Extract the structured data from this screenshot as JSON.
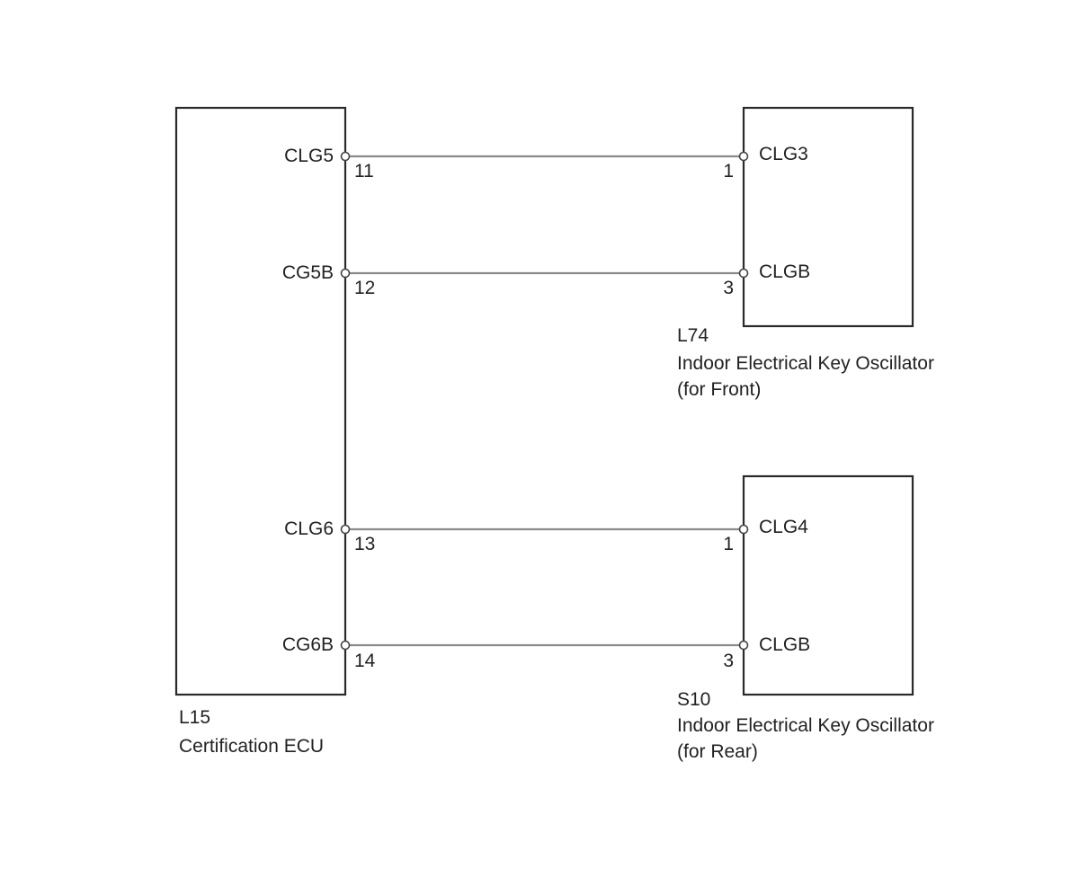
{
  "ecu": {
    "code": "L15",
    "name": "Certification ECU",
    "pins": [
      {
        "label": "CLG5",
        "num": "11"
      },
      {
        "label": "CG5B",
        "num": "12"
      },
      {
        "label": "CLG6",
        "num": "13"
      },
      {
        "label": "CG6B",
        "num": "14"
      }
    ]
  },
  "front": {
    "code": "L74",
    "name": "Indoor Electrical Key Oscillator",
    "note": "(for Front)",
    "pins": [
      {
        "label": "CLG3",
        "num": "1"
      },
      {
        "label": "CLGB",
        "num": "3"
      }
    ]
  },
  "rear": {
    "code": "S10",
    "name": "Indoor Electrical Key Oscillator",
    "note": "(for Rear)",
    "pins": [
      {
        "label": "CLG4",
        "num": "1"
      },
      {
        "label": "CLGB",
        "num": "3"
      }
    ]
  }
}
